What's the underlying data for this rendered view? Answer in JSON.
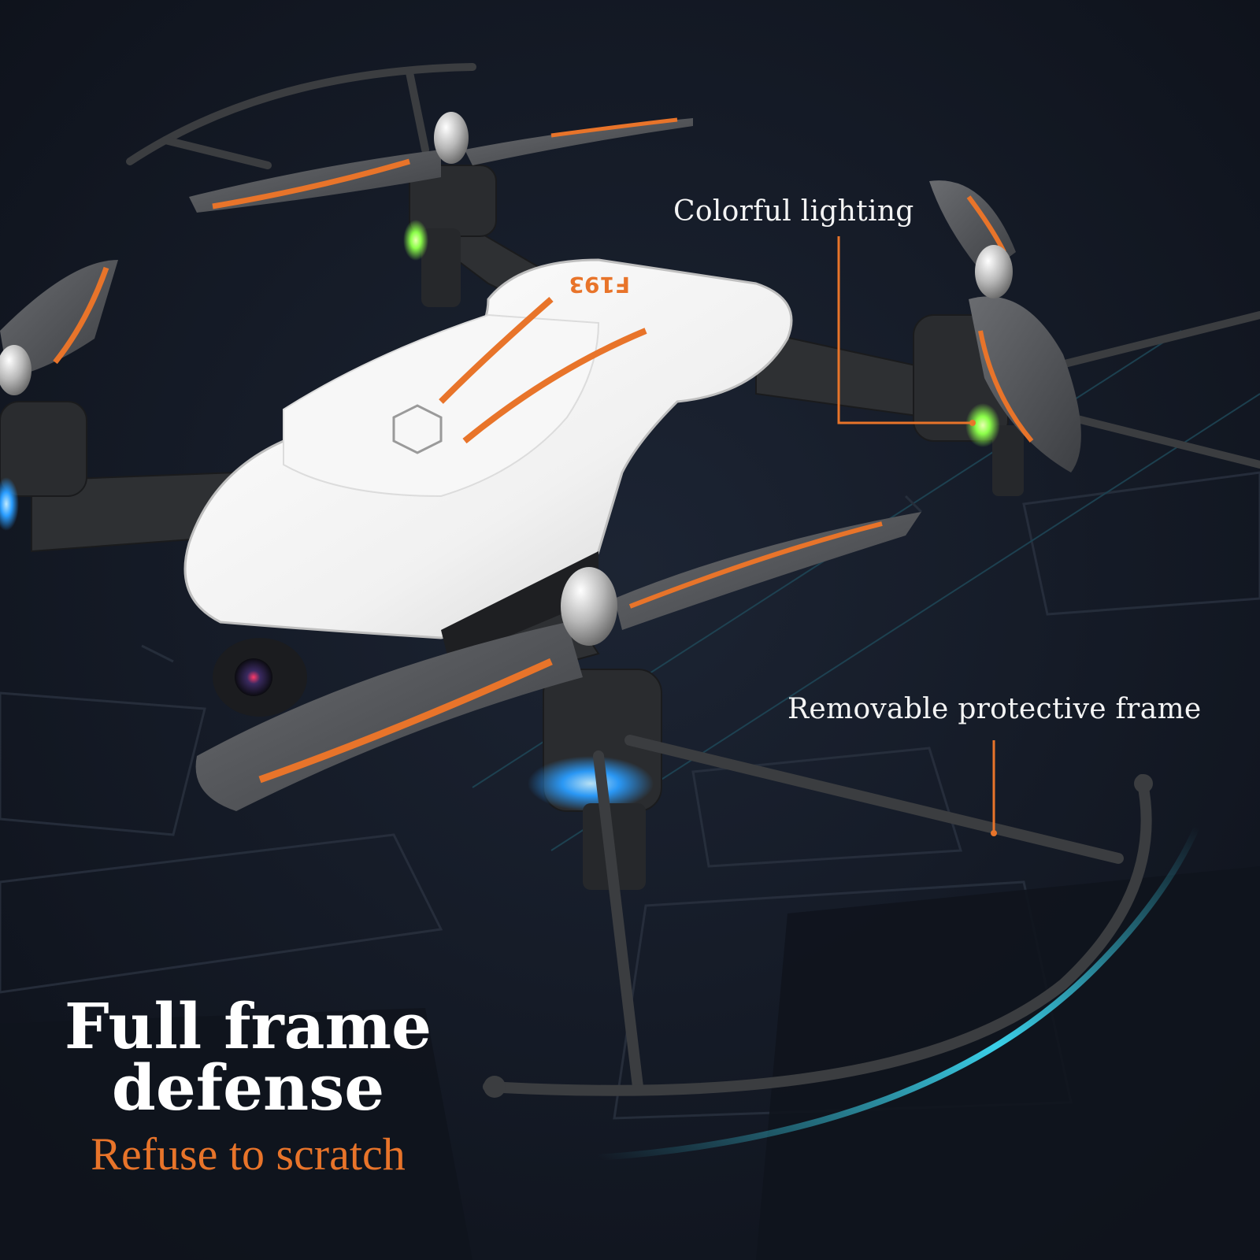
{
  "callouts": {
    "lighting": "Colorful lighting",
    "frame": "Removable protective frame"
  },
  "headline": {
    "line1": "Full frame",
    "line2": "defense",
    "subline": "Refuse to scratch"
  },
  "product": {
    "model_mark": "F193"
  },
  "colors": {
    "background": "#121722",
    "accent_orange": "#e8742a",
    "body_white": "#f3f3f3",
    "frame_grey": "#2e3033",
    "led_green": "#8cff4a",
    "led_blue": "#2a9dff",
    "arc_cyan": "#3fe4ff"
  }
}
